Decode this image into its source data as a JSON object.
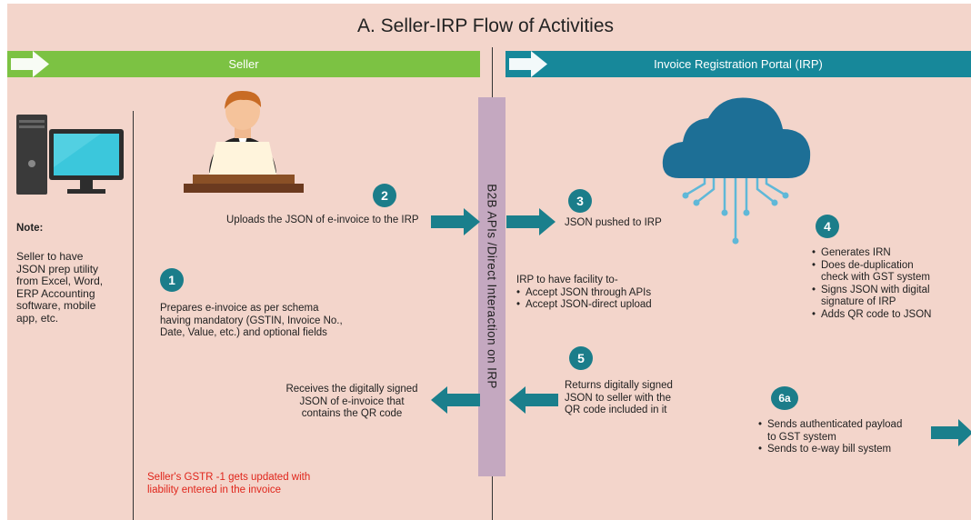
{
  "title": "A. Seller-IRP Flow of Activities",
  "banners": {
    "seller": "Seller",
    "irp": "Invoice Registration Portal (IRP)"
  },
  "center_label": "B2B APIs /Direct Interaction on IRP",
  "note": {
    "heading": "Note:",
    "body": [
      "Seller to have",
      "JSON prep utility",
      "from Excel, Word,",
      "ERP Accounting",
      "software, mobile",
      "app, etc."
    ]
  },
  "steps": {
    "s1": {
      "num": "1",
      "lines": [
        "Prepares e-invoice as per schema",
        "having mandatory (GSTIN, Invoice No.,",
        "Date, Value, etc.) and optional fields"
      ]
    },
    "s2": {
      "num": "2",
      "text": "Uploads the JSON of e-invoice to the IRP"
    },
    "s3": {
      "num": "3",
      "text": "JSON pushed to IRP"
    },
    "irp_facility": {
      "heading": "IRP to have facility to-",
      "items": [
        "Accept JSON through APIs",
        "Accept JSON-direct upload"
      ]
    },
    "s4": {
      "num": "4",
      "items": [
        "Generates IRN",
        "Does de-duplication",
        "check with GST system",
        "Signs JSON with digital",
        "signature of IRP",
        "Adds QR code to JSON"
      ]
    },
    "s5": {
      "num": "5",
      "lines": [
        "Returns digitally signed",
        "JSON to seller with the",
        "QR code included in it"
      ]
    },
    "receive": {
      "lines": [
        "Receives the digitally signed",
        "JSON of e-invoice that",
        "contains the QR code"
      ]
    },
    "s6a": {
      "num": "6a",
      "items": [
        "Sends authenticated payload",
        "to GST system",
        "Sends to e-way bill system"
      ]
    },
    "gstr": {
      "lines": [
        "Seller's GSTR -1 gets updated with",
        "liability entered in the invoice"
      ]
    }
  },
  "colors": {
    "background": "#f3d5cb",
    "seller_banner": "#7cc243",
    "irp_banner": "#17889a",
    "step_circle": "#1b7d8a",
    "arrow": "#1a7f8c",
    "center_bar": "#c4a8c0",
    "cloud": "#1d6f96",
    "gstr_text": "#e0251b"
  },
  "icons": [
    "desktop-computer-icon",
    "person-laptop-icon",
    "cloud-network-icon"
  ]
}
